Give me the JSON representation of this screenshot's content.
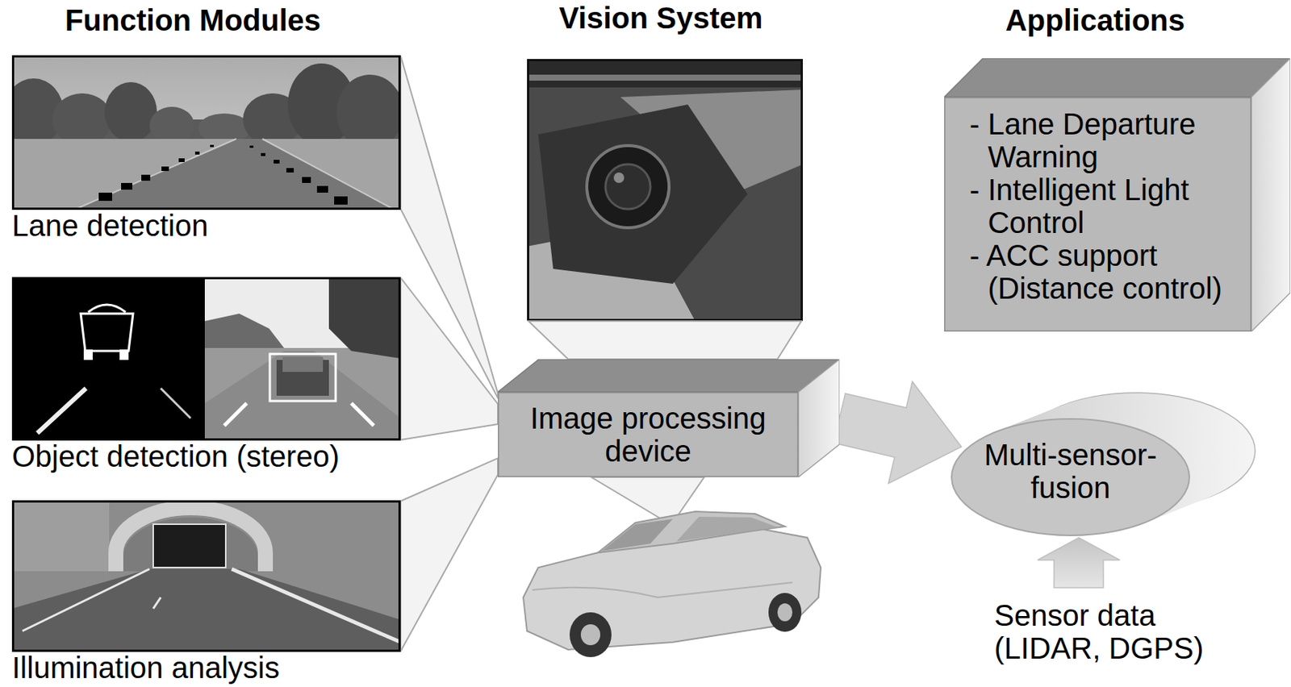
{
  "diagram": {
    "nodes": [
      {
        "text": [
          "Lane detection"
        ]
      },
      {
        "text": [
          "Object detection (stereo)"
        ]
      },
      {
        "text": [
          "Illumination analysis"
        ]
      },
      {
        "text": [
          "Image processing device"
        ]
      },
      {
        "text": [
          "- Lane Departure Warning",
          "- Intelligent Light Control",
          "- ACC support (Distance control)"
        ]
      },
      {
        "text": [
          "Multi-sensor- fusion"
        ]
      }
    ],
    "edges": [
      {
        "from": 0,
        "to": 3,
        "arrow": "none"
      },
      {
        "from": 1,
        "to": 3,
        "arrow": "none"
      },
      {
        "from": 2,
        "to": 3,
        "arrow": "none"
      },
      {
        "from": 3,
        "to": 5,
        "arrow": "to"
      }
    ],
    "labels": [
      "Function Modules",
      "Vision System",
      "Applications",
      "Sensor data (LIDAR, DGPS)"
    ]
  }
}
